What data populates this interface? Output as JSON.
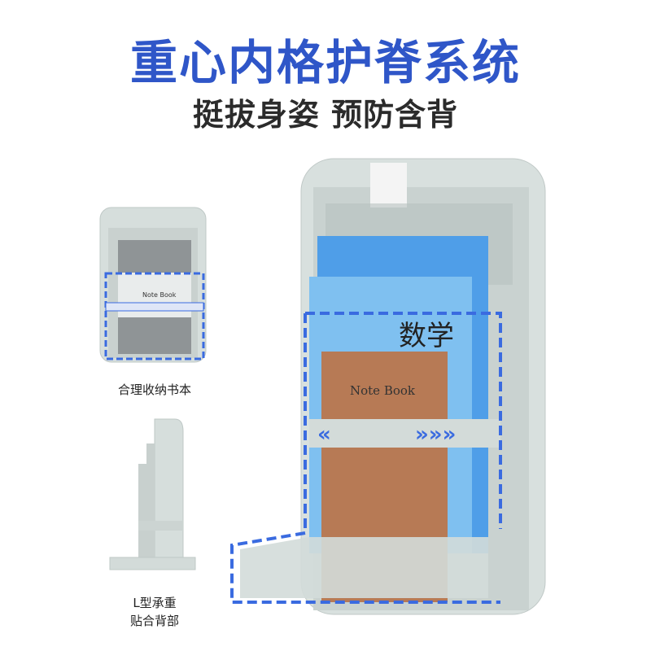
{
  "header": {
    "title": "重心内格护脊系统",
    "subtitle": "挺拔身姿 预防含背"
  },
  "captions": {
    "front_small": "合理收纳书本",
    "side_line1": "L型承重",
    "side_line2": "贴合背部"
  },
  "book": {
    "notebook_label": "Note Book",
    "math_label": "数学"
  },
  "colors": {
    "title_blue": "#2f56c8",
    "bag_gray": "#d3dbd9",
    "notebook_brown": "#b77a55",
    "highlight_blue": "#3a6be0"
  }
}
